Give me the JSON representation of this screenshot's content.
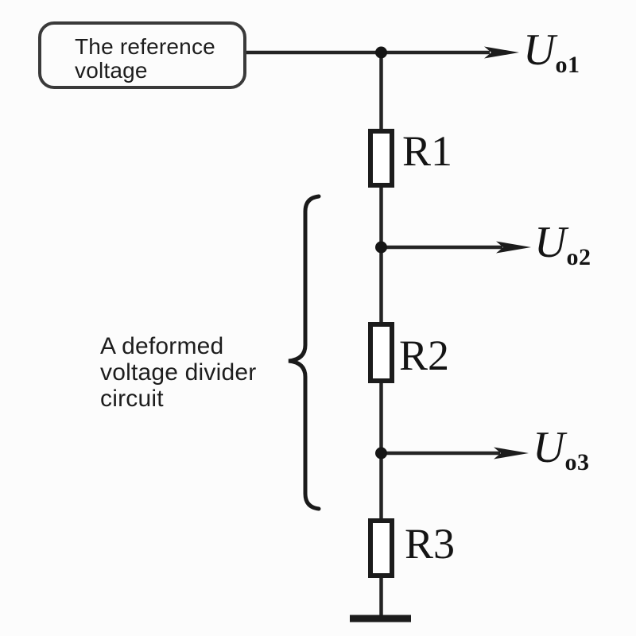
{
  "diagram": {
    "reference_box": {
      "label": "The reference voltage"
    },
    "brace_label": {
      "lines": [
        "A deformed",
        "voltage divider",
        "circuit"
      ]
    },
    "resistors": [
      {
        "label": "R1"
      },
      {
        "label": "R2"
      },
      {
        "label": "R3"
      }
    ],
    "outputs": [
      {
        "symbol": "U",
        "subscript": "o1"
      },
      {
        "symbol": "U",
        "subscript": "o2"
      },
      {
        "symbol": "U",
        "subscript": "o3"
      }
    ],
    "colors": {
      "wire": "#242424",
      "text": "#1d1d1d",
      "serif_label": "#141414",
      "box_border": "#3a3a3a",
      "background": "#fcfcfc"
    }
  }
}
